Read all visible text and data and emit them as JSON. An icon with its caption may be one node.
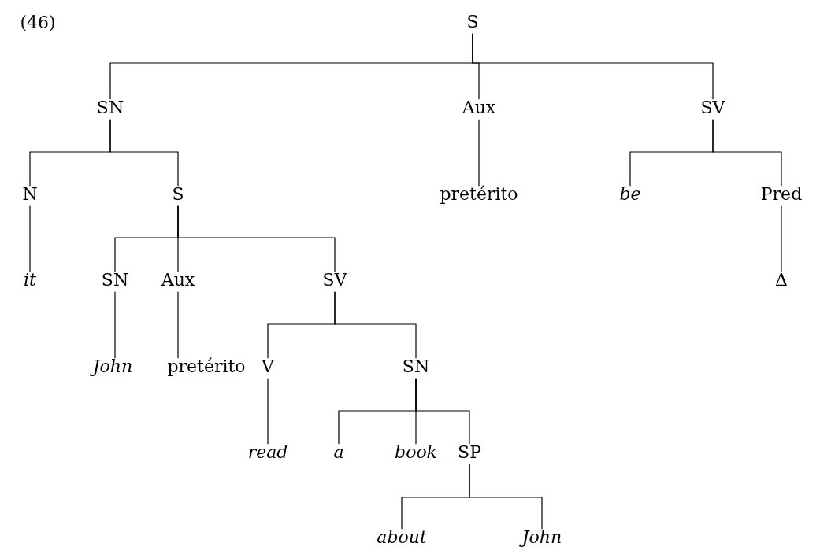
{
  "diagram": {
    "nodes": [
      {
        "text": [
          "S"
        ]
      },
      {
        "text": [
          "SN"
        ]
      },
      {
        "text": [
          "Aux"
        ]
      },
      {
        "text": [
          "SV"
        ]
      },
      {
        "text": [
          "N"
        ]
      },
      {
        "text": [
          "S"
        ]
      },
      {
        "text": [
          "pretérito"
        ]
      },
      {
        "text": [
          "*be*"
        ]
      },
      {
        "text": [
          "Pred"
        ]
      },
      {
        "text": [
          "*it*"
        ]
      },
      {
        "text": [
          "SN"
        ]
      },
      {
        "text": [
          "Aux"
        ]
      },
      {
        "text": [
          "SV"
        ]
      },
      {
        "text": [
          "Δ"
        ]
      },
      {
        "text": [
          "*John*"
        ]
      },
      {
        "text": [
          "pretérito"
        ]
      },
      {
        "text": [
          "V"
        ]
      },
      {
        "text": [
          "SN"
        ]
      },
      {
        "text": [
          "*read*"
        ]
      },
      {
        "text": [
          "*a*"
        ]
      },
      {
        "text": [
          "*book*"
        ]
      },
      {
        "text": [
          "SP"
        ]
      },
      {
        "text": [
          "*about*"
        ]
      },
      {
        "text": [
          "*John*"
        ]
      }
    ],
    "edges": [
      {
        "from": 0,
        "to": 1,
        "arrow": "none"
      },
      {
        "from": 0,
        "to": 2,
        "arrow": "none"
      },
      {
        "from": 0,
        "to": 3,
        "arrow": "none"
      },
      {
        "from": 1,
        "to": 4,
        "arrow": "none"
      },
      {
        "from": 1,
        "to": 5,
        "arrow": "none"
      },
      {
        "from": 2,
        "to": 6,
        "arrow": "none"
      },
      {
        "from": 3,
        "to": 7,
        "arrow": "none"
      },
      {
        "from": 3,
        "to": 8,
        "arrow": "none"
      },
      {
        "from": 4,
        "to": 9,
        "arrow": "none"
      },
      {
        "from": 5,
        "to": 10,
        "arrow": "none"
      },
      {
        "from": 5,
        "to": 11,
        "arrow": "none"
      },
      {
        "from": 5,
        "to": 12,
        "arrow": "none"
      },
      {
        "from": 8,
        "to": 13,
        "arrow": "none"
      },
      {
        "from": 10,
        "to": 14,
        "arrow": "none"
      },
      {
        "from": 11,
        "to": 15,
        "arrow": "none"
      },
      {
        "from": 12,
        "to": 16,
        "arrow": "none"
      },
      {
        "from": 12,
        "to": 17,
        "arrow": "none"
      },
      {
        "from": 16,
        "to": 18,
        "arrow": "none"
      },
      {
        "from": 17,
        "to": 19,
        "arrow": "none"
      },
      {
        "from": 17,
        "to": 20,
        "arrow": "none"
      },
      {
        "from": 17,
        "to": 21,
        "arrow": "none"
      },
      {
        "from": 21,
        "to": 22,
        "arrow": "none"
      },
      {
        "from": 21,
        "to": 23,
        "arrow": "none"
      }
    ],
    "labels": [
      "(46)"
    ]
  }
}
